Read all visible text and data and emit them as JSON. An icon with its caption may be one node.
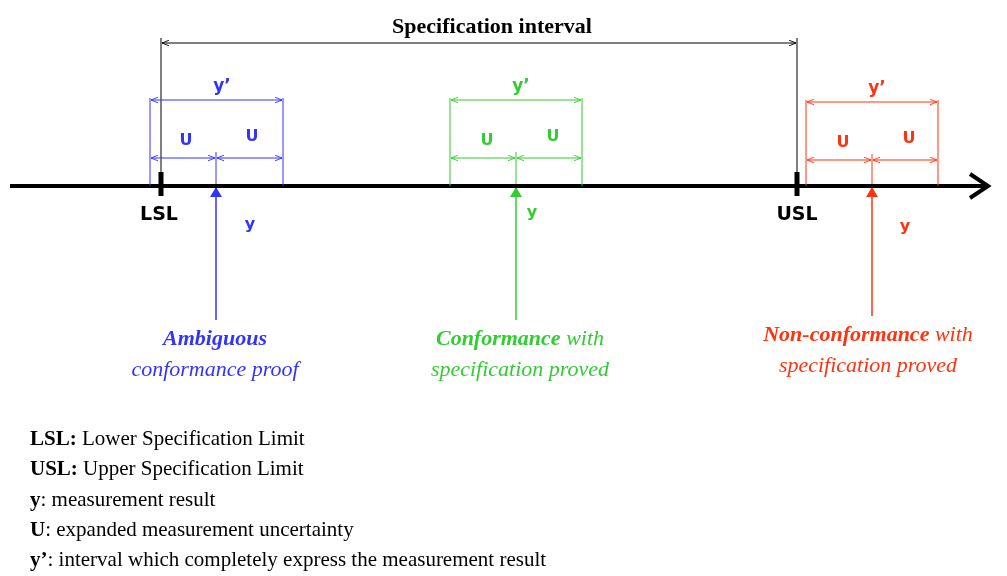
{
  "diagram": {
    "title": "Specification interval",
    "nodes": [
      {
        "text": [
          "**Ambiguous** conformance proof"
        ]
      },
      {
        "text": [
          "**Conformance** with specification proved"
        ]
      },
      {
        "text": [
          "**Non-conformance** with specification proved"
        ]
      },
      {
        "text": [],
        "shape": "point"
      },
      {
        "text": [],
        "shape": "point"
      },
      {
        "text": [],
        "shape": "point"
      }
    ],
    "edges": [
      {
        "from": 0,
        "to": 3,
        "arrow": "to",
        "color": "#3333ff"
      },
      {
        "from": 1,
        "to": 4,
        "arrow": "to",
        "color": "#33cc33"
      },
      {
        "from": 2,
        "to": 5,
        "arrow": "to",
        "color": "#ff3311"
      }
    ],
    "labels": [
      "y’",
      "y’",
      "y’",
      "U",
      "U",
      "U",
      "U",
      "U",
      "U",
      "LSL",
      "y",
      "y",
      "USL",
      "y",
      "**LSL:** Lower Specification Limit",
      "**USL:** Upper Specification Limit",
      "**y**: measurement result",
      "**U**: expanded measurement uncertainty",
      "**y’**: interval which completely express the measurement result"
    ]
  }
}
